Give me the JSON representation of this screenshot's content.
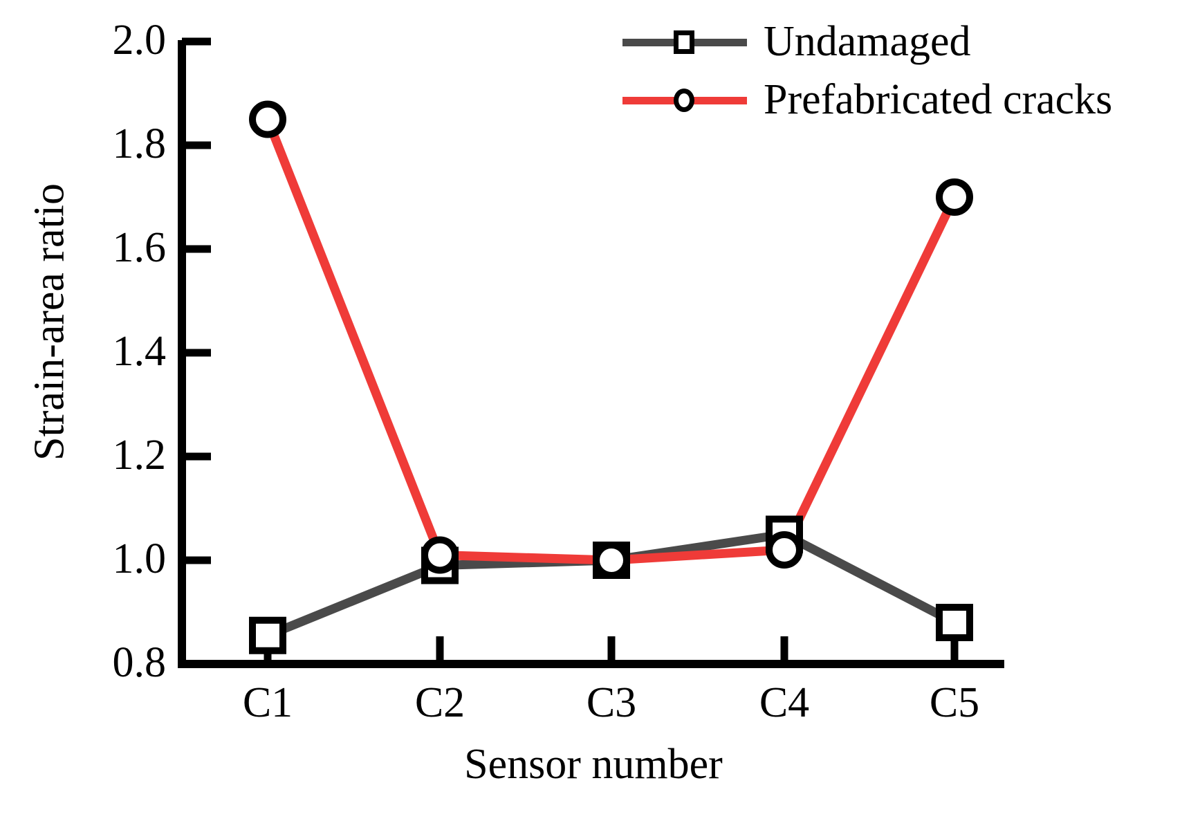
{
  "chart_data": {
    "type": "line",
    "title": "",
    "xlabel": "Sensor number",
    "ylabel": "Strain-area ratio",
    "categories": [
      "C1",
      "C2",
      "C3",
      "C4",
      "C5"
    ],
    "ylim": [
      0.8,
      2.0
    ],
    "yticks": [
      "0.8",
      "1.0",
      "1.2",
      "1.4",
      "1.6",
      "1.8",
      "2.0"
    ],
    "ytick_values": [
      0.8,
      1.0,
      1.2,
      1.4,
      1.6,
      1.8,
      2.0
    ],
    "grid": false,
    "legend_position": "top-right",
    "series": [
      {
        "name": "Undamaged",
        "color": "#4a4a4a",
        "marker": "open-square",
        "values": [
          0.855,
          0.99,
          1.0,
          1.05,
          0.88
        ]
      },
      {
        "name": "Prefabricated cracks",
        "color": "#ef3b38",
        "marker": "open-circle",
        "values": [
          1.85,
          1.01,
          1.0,
          1.02,
          1.7
        ]
      }
    ]
  },
  "axes": {
    "axis_color": "#000000",
    "tick_direction": "in"
  },
  "legend": {
    "items": [
      {
        "label": "Undamaged",
        "color": "#4a4a4a",
        "marker": "square-icon"
      },
      {
        "label": "Prefabricated cracks",
        "color": "#ef3b38",
        "marker": "circle-icon"
      }
    ]
  }
}
